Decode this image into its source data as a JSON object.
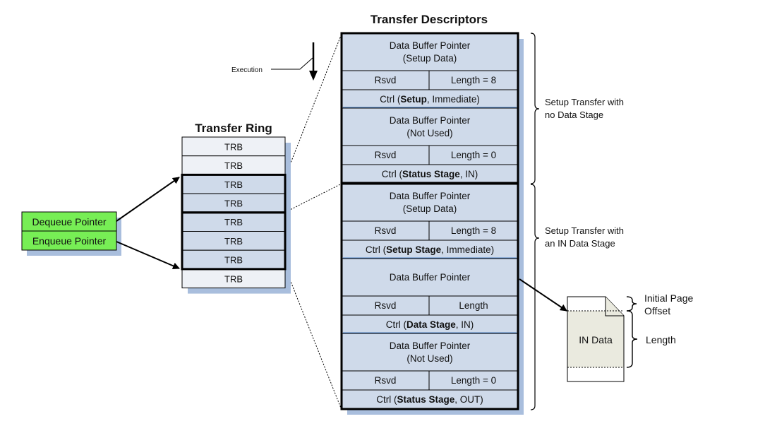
{
  "titles": {
    "transfer_descriptors": "Transfer Descriptors",
    "transfer_ring": "Transfer Ring"
  },
  "execution_label": "Execution",
  "pointers": {
    "dequeue": "Dequeue Pointer",
    "enqueue": "Enqueue Pointer"
  },
  "ring": {
    "trbs": [
      {
        "label": "TRB",
        "state": "free"
      },
      {
        "label": "TRB",
        "state": "free"
      },
      {
        "label": "TRB",
        "state": "td1"
      },
      {
        "label": "TRB",
        "state": "td1"
      },
      {
        "label": "TRB",
        "state": "td2"
      },
      {
        "label": "TRB",
        "state": "td2"
      },
      {
        "label": "TRB",
        "state": "td2"
      },
      {
        "label": "TRB",
        "state": "free"
      }
    ]
  },
  "descriptors": [
    {
      "pointer": {
        "line1": "Data Buffer Pointer",
        "line2": "(Setup Data)"
      },
      "rsvd": "Rsvd",
      "length": "Length = 8",
      "ctrl": {
        "prefix": "Ctrl (",
        "bold": "Setup",
        "suffix": ", Immediate)"
      }
    },
    {
      "pointer": {
        "line1": "Data Buffer Pointer",
        "line2": "(Not Used)"
      },
      "rsvd": "Rsvd",
      "length": "Length = 0",
      "ctrl": {
        "prefix": "Ctrl (",
        "bold": "Status Stage",
        "suffix": ", IN)"
      }
    },
    {
      "pointer": {
        "line1": "Data Buffer Pointer",
        "line2": "(Setup Data)"
      },
      "rsvd": "Rsvd",
      "length": "Length = 8",
      "ctrl": {
        "prefix": "Ctrl (",
        "bold": "Setup Stage",
        "suffix": ", Immediate)"
      }
    },
    {
      "pointer": {
        "line1": "Data Buffer Pointer",
        "line2": ""
      },
      "rsvd": "Rsvd",
      "length": "Length",
      "ctrl": {
        "prefix": "Ctrl (",
        "bold": "Data Stage",
        "suffix": ", IN)"
      }
    },
    {
      "pointer": {
        "line1": "Data Buffer Pointer",
        "line2": "(Not Used)"
      },
      "rsvd": "Rsvd",
      "length": "Length = 0",
      "ctrl": {
        "prefix": "Ctrl (",
        "bold": "Status Stage",
        "suffix": ", OUT)"
      }
    }
  ],
  "braces": {
    "td1": {
      "line1": "Setup Transfer with",
      "line2": "no Data Stage"
    },
    "td2": {
      "line1": "Setup Transfer with",
      "line2": "an IN Data Stage"
    }
  },
  "in_data": {
    "label": "IN Data",
    "offset_label": {
      "line1": "Initial Page",
      "line2": "Offset"
    },
    "length_label": "Length"
  },
  "colors": {
    "trb_fill": "#cfdaea",
    "free_fill": "#eef1f6",
    "shadow": "#a9bedd",
    "separator": "#4a7ec0",
    "pointer_fill": "#77ee55",
    "doc_fill": "#eaeadf"
  }
}
